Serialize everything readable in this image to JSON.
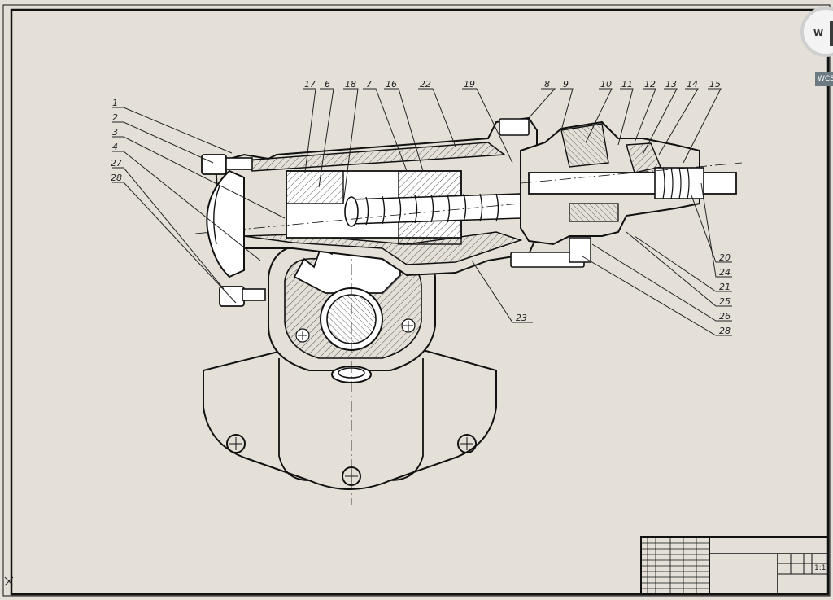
{
  "drawing": {
    "part_numbers_left": [
      "1",
      "2",
      "3",
      "4",
      "27",
      "28"
    ],
    "part_numbers_top": [
      "17",
      "6",
      "18",
      "7",
      "16",
      "22",
      "19",
      "8",
      "9",
      "10",
      "11",
      "12",
      "13",
      "14",
      "15"
    ],
    "part_numbers_right": [
      "20",
      "24",
      "21",
      "25",
      "26",
      "28"
    ],
    "part_number_bottom": "23"
  },
  "title_block": {
    "scale": "1:1"
  },
  "view_cube": {
    "letter": "W",
    "icon": "view-cube-icon"
  },
  "wcs_badge": "WCS",
  "colors": {
    "paper": "#e4e0d8",
    "ink": "#111111",
    "hatch": "#555555"
  }
}
